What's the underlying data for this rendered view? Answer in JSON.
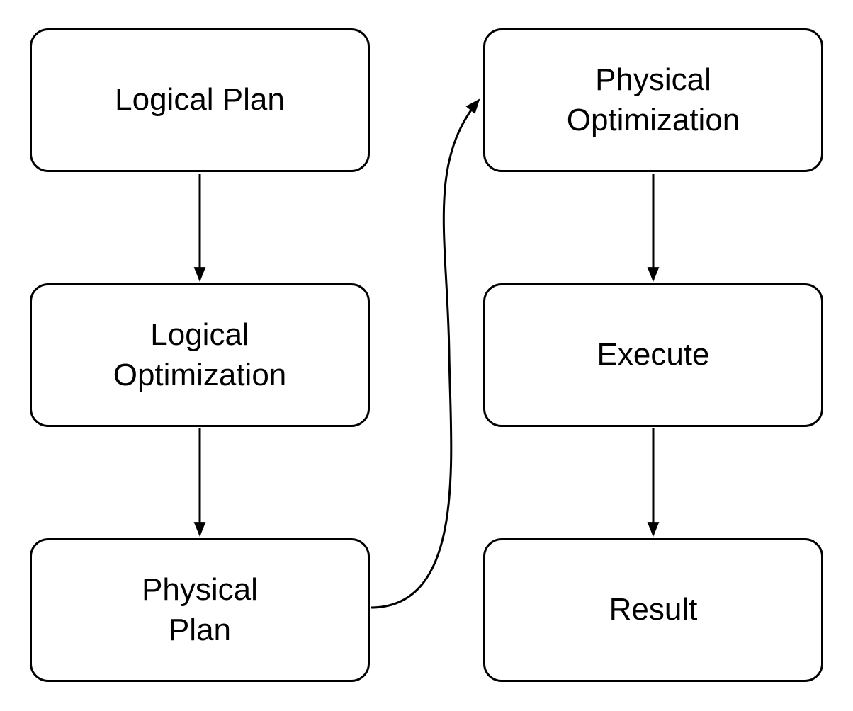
{
  "diagram": {
    "type": "flowchart",
    "nodes": [
      {
        "id": "logical-plan",
        "label": "Logical Plan"
      },
      {
        "id": "logical-optimization",
        "label": "Logical\nOptimization"
      },
      {
        "id": "physical-plan",
        "label": "Physical\nPlan"
      },
      {
        "id": "physical-optimization",
        "label": "Physical\nOptimization"
      },
      {
        "id": "execute",
        "label": "Execute"
      },
      {
        "id": "result",
        "label": "Result"
      }
    ],
    "edges": [
      {
        "from": "logical-plan",
        "to": "logical-optimization",
        "shape": "straight-down"
      },
      {
        "from": "logical-optimization",
        "to": "physical-plan",
        "shape": "straight-down"
      },
      {
        "from": "physical-plan",
        "to": "physical-optimization",
        "shape": "curved-up"
      },
      {
        "from": "physical-optimization",
        "to": "execute",
        "shape": "straight-down"
      },
      {
        "from": "execute",
        "to": "result",
        "shape": "straight-down"
      }
    ],
    "colors": {
      "background": "#ffffff",
      "node_fill": "#ffffff",
      "node_border": "#000000",
      "text": "#000000",
      "arrow": "#000000"
    }
  }
}
